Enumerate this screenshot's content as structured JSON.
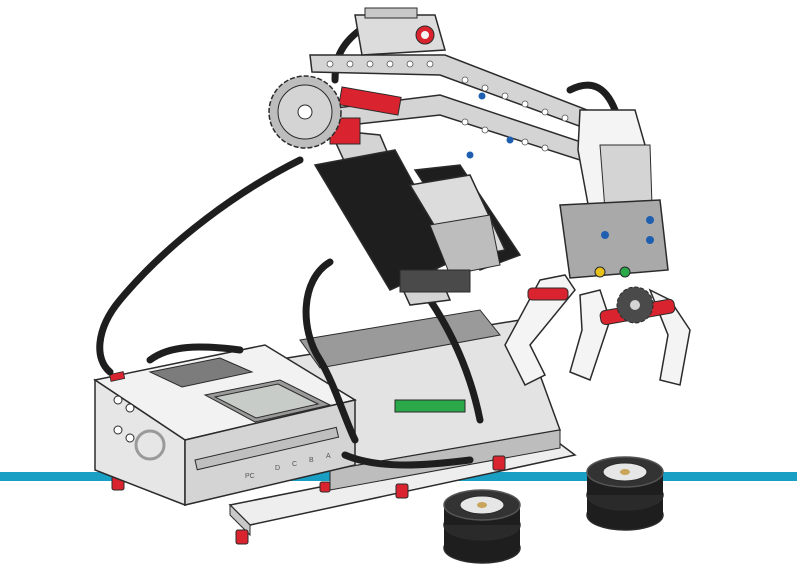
{
  "illustration": {
    "subject": "robot-arm-model",
    "ports": [
      "PC",
      "D",
      "C",
      "B",
      "A"
    ]
  },
  "colors": {
    "line": "#1a9fc4",
    "outline": "#2b2b2b",
    "light_gray": "#d8d8d8",
    "mid_gray": "#a9a9a9",
    "dark_gray": "#4a4a4a",
    "black_part": "#1e1e1e",
    "red": "#d9232e",
    "blue": "#1f5fb0",
    "white": "#f4f4f4",
    "green": "#2aa84a",
    "yellow": "#e8c21a"
  }
}
